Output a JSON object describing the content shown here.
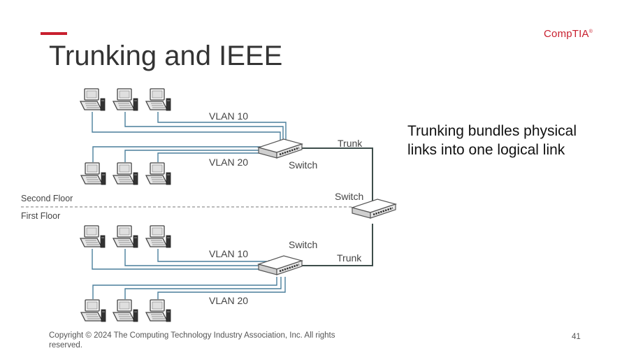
{
  "slide": {
    "title": "Trunking and IEEE",
    "logo_text": "CompTIA",
    "logo_mark": "®",
    "description": "Trunking bundles physical links into one logical link",
    "footer": "Copyright © 2024 The Computing Technology Industry Association, Inc. All rights reserved.",
    "page_number": "41",
    "accent_color": "#c8202f"
  },
  "diagram": {
    "floor_labels": {
      "upper": "Second Floor",
      "lower": "First Floor"
    },
    "upper_switch_label": "Switch",
    "core_switch_label": "Switch",
    "lower_switch_label": "Switch",
    "upper_trunk_label": "Trunk",
    "lower_trunk_label": "Trunk",
    "upper_vlan_a": "VLAN 10",
    "upper_vlan_b": "VLAN 20",
    "lower_vlan_a": "VLAN 10",
    "lower_vlan_b": "VLAN 20",
    "link_color": "#4a7f9c",
    "trunk_color": "#3d4d4b"
  }
}
